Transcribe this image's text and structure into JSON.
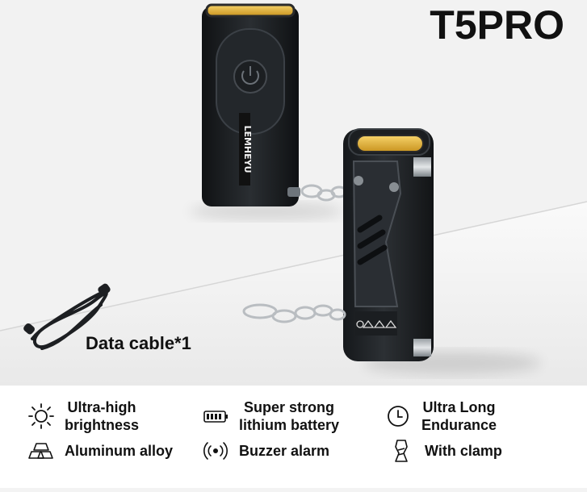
{
  "product": {
    "title": "T5PRO",
    "accessory_label": "Data cable*1",
    "brand_mark": "LEMHEYU"
  },
  "features": [
    {
      "label_line1": "Ultra-high",
      "label_line2": "brightness",
      "icon": "sun-icon"
    },
    {
      "label_line1": "Super strong",
      "label_line2": "lithium battery",
      "icon": "battery-icon"
    },
    {
      "label_line1": "Ultra Long",
      "label_line2": "Endurance",
      "icon": "clock-icon"
    },
    {
      "label_line1": "Aluminum alloy",
      "label_line2": "",
      "icon": "ingot-stack-icon"
    },
    {
      "label_line1": "Buzzer alarm",
      "label_line2": "",
      "icon": "buzzer-icon"
    },
    {
      "label_line1": "With clamp",
      "label_line2": "",
      "icon": "clamp-icon"
    }
  ],
  "colors": {
    "background": "#f3f3f3",
    "device_body": "#1c1f22",
    "lens_yellow": "#e8b93a",
    "text": "#111111"
  }
}
